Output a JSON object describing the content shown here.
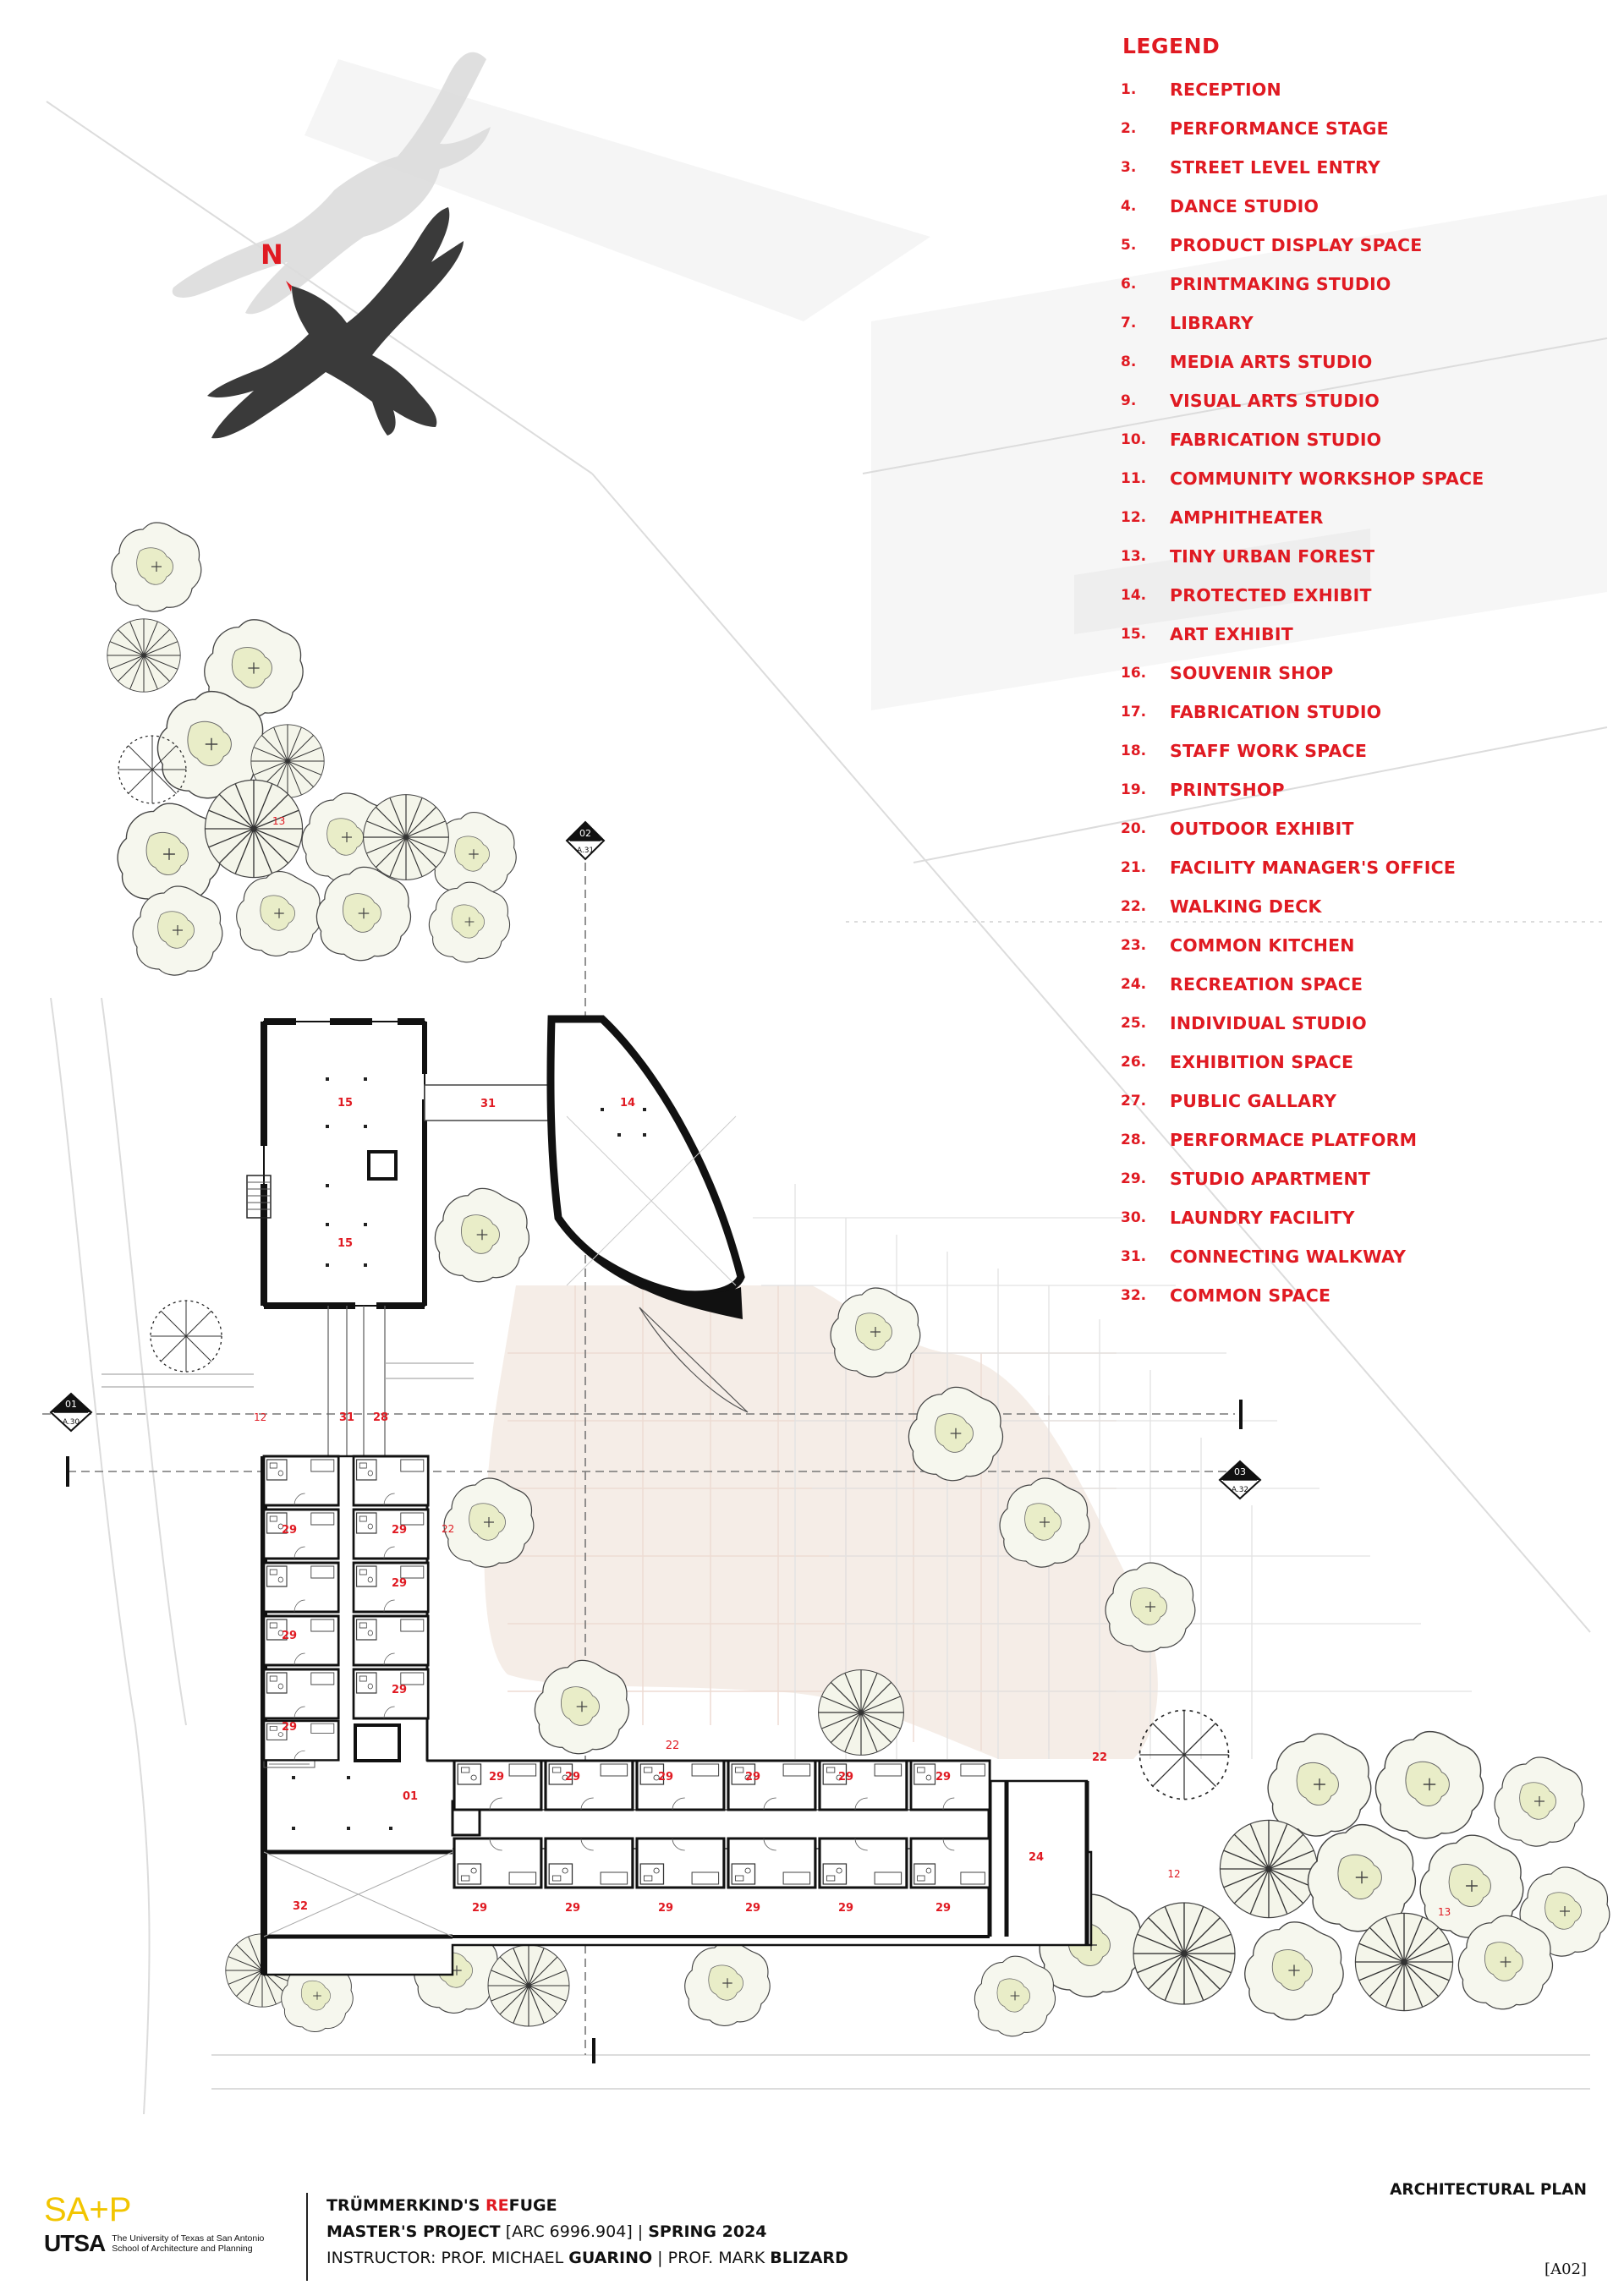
{
  "north_label": "N",
  "legend": {
    "title": "LEGEND",
    "items": [
      {
        "num": "1.",
        "label": "RECEPTION"
      },
      {
        "num": "2.",
        "label": "PERFORMANCE STAGE"
      },
      {
        "num": "3.",
        "label": "STREET LEVEL ENTRY"
      },
      {
        "num": "4.",
        "label": "DANCE STUDIO"
      },
      {
        "num": "5.",
        "label": "PRODUCT DISPLAY SPACE"
      },
      {
        "num": "6.",
        "label": "PRINTMAKING STUDIO"
      },
      {
        "num": "7.",
        "label": "LIBRARY"
      },
      {
        "num": "8.",
        "label": "MEDIA ARTS STUDIO"
      },
      {
        "num": "9.",
        "label": "VISUAL ARTS STUDIO"
      },
      {
        "num": "10.",
        "label": "FABRICATION STUDIO"
      },
      {
        "num": "11.",
        "label": "COMMUNITY WORKSHOP SPACE"
      },
      {
        "num": "12.",
        "label": "AMPHITHEATER"
      },
      {
        "num": "13.",
        "label": "TINY URBAN FOREST"
      },
      {
        "num": "14.",
        "label": "PROTECTED EXHIBIT"
      },
      {
        "num": "15.",
        "label": "ART EXHIBIT"
      },
      {
        "num": "16.",
        "label": "SOUVENIR SHOP"
      },
      {
        "num": "17.",
        "label": "FABRICATION STUDIO"
      },
      {
        "num": "18.",
        "label": "STAFF WORK SPACE"
      },
      {
        "num": "19.",
        "label": "PRINTSHOP"
      },
      {
        "num": "20.",
        "label": "OUTDOOR EXHIBIT"
      },
      {
        "num": "21.",
        "label": "FACILITY MANAGER'S OFFICE"
      },
      {
        "num": "22.",
        "label": "WALKING DECK"
      },
      {
        "num": "23.",
        "label": "COMMON KITCHEN"
      },
      {
        "num": "24.",
        "label": "RECREATION SPACE"
      },
      {
        "num": "25.",
        "label": "INDIVIDUAL STUDIO"
      },
      {
        "num": "26.",
        "label": "EXHIBITION SPACE"
      },
      {
        "num": "27.",
        "label": "PUBLIC GALLARY"
      },
      {
        "num": "28.",
        "label": "PERFORMACE PLATFORM"
      },
      {
        "num": "29.",
        "label": "STUDIO APARTMENT"
      },
      {
        "num": "30.",
        "label": "LAUNDRY FACILITY"
      },
      {
        "num": "31.",
        "label": "CONNECTING WALKWAY"
      },
      {
        "num": "32.",
        "label": "COMMON SPACE"
      }
    ]
  },
  "section_markers": {
    "s01": {
      "num": "01",
      "sheet": "A.30"
    },
    "s02": {
      "num": "02",
      "sheet": "A.31"
    },
    "s03": {
      "num": "03",
      "sheet": "A.32"
    }
  },
  "room_tags": {
    "forest_nw": "13",
    "exhibit_upper": "15",
    "exhibit_lower": "15",
    "walkway_top": "31",
    "protected": "14",
    "amphi_w": "12",
    "walkway_mid": "31",
    "platform": "28",
    "deck_w": "22",
    "deck_s": "22",
    "deck_e": "22",
    "reception": "01",
    "recreation": "24",
    "common": "32",
    "amphi_e": "12",
    "forest_se": "13",
    "apt": "29"
  },
  "footer": {
    "brand_short": "SA+P",
    "brand_univ": "UTSA",
    "brand_line1": "The University of Texas at San Antonio",
    "brand_line2": "School of Architecture and Planning",
    "title_pre": "TRÜMMERKIND'S ",
    "title_accent": "RE",
    "title_post": "FUGE",
    "course_bold": "MASTER'S PROJECT",
    "course_code": " [ARC 6996.904]  | ",
    "course_term": "SPRING 2024",
    "instructor_pre": "INSTRUCTOR: PROF. MICHAEL ",
    "instructor_name1": "GUARINO",
    "instructor_sep": " | PROF. MARK ",
    "instructor_name2": "BLIZARD",
    "sheet_title": "ARCHITECTURAL PLAN",
    "sheet_number": "[A02]"
  },
  "colors": {
    "accent": "#e01a22",
    "wall": "#111111",
    "tree_fill": "#eef0e2",
    "deck": "#f4ece6",
    "brand_yellow": "#f2c500"
  }
}
